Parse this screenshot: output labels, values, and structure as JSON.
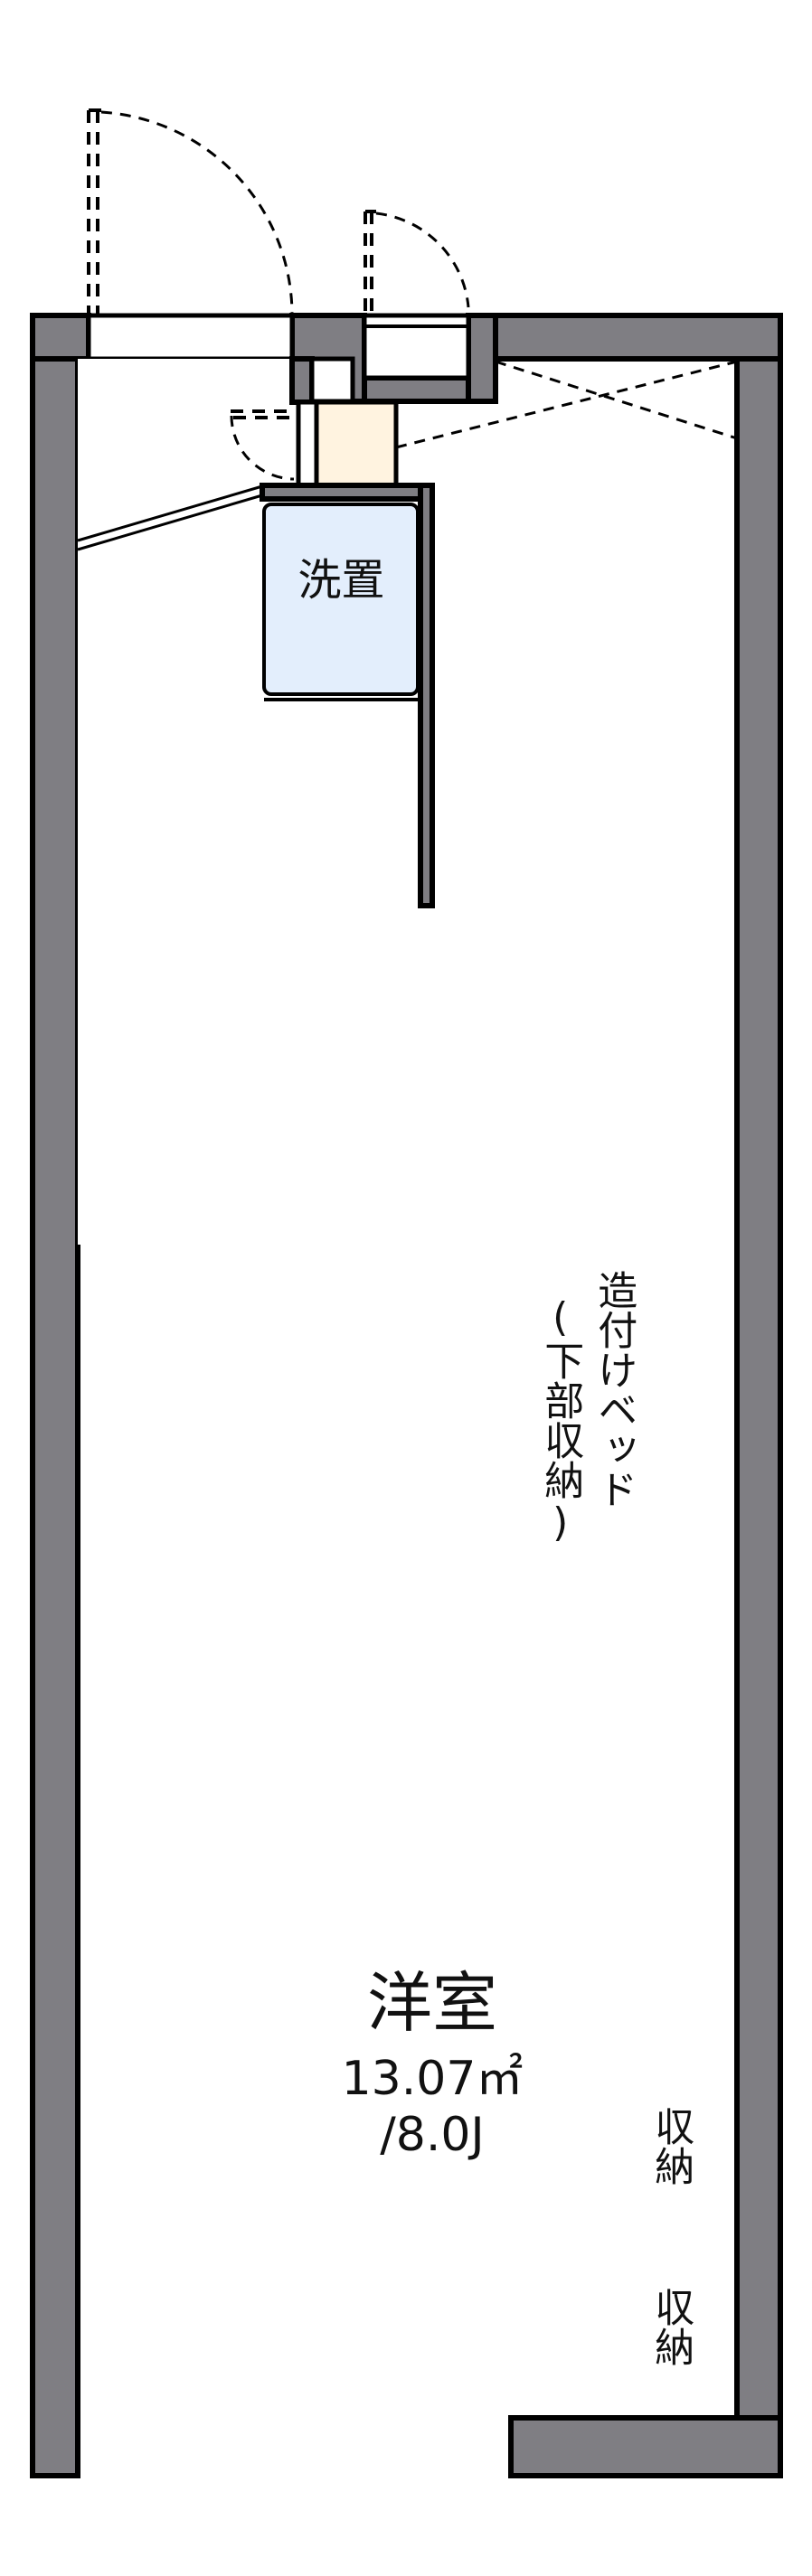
{
  "floor_plan": {
    "rooms": {
      "western_room": {
        "name": "洋室",
        "area": "13.07㎡",
        "tatami": "/8.0J"
      },
      "washer_space": {
        "label": "洗置"
      },
      "built_in_bed": {
        "label_main": "造付けベッド",
        "label_sub": "(下部収納)"
      },
      "storage_1": {
        "label": "収納"
      },
      "storage_2": {
        "label": "収納"
      }
    },
    "fixtures": [
      "entrance-door",
      "meter-box-door",
      "shoe-box",
      "washer-pan",
      "kitchen-stove",
      "kitchen-sink",
      "unit-bath",
      "toilet",
      "built-in-bed",
      "closet",
      "window-left",
      "window-balcony"
    ],
    "colors": {
      "wall": "#7f7e83",
      "wet_area": "#e3eefc",
      "storage": "#fff3e0",
      "line": "#000000"
    }
  }
}
